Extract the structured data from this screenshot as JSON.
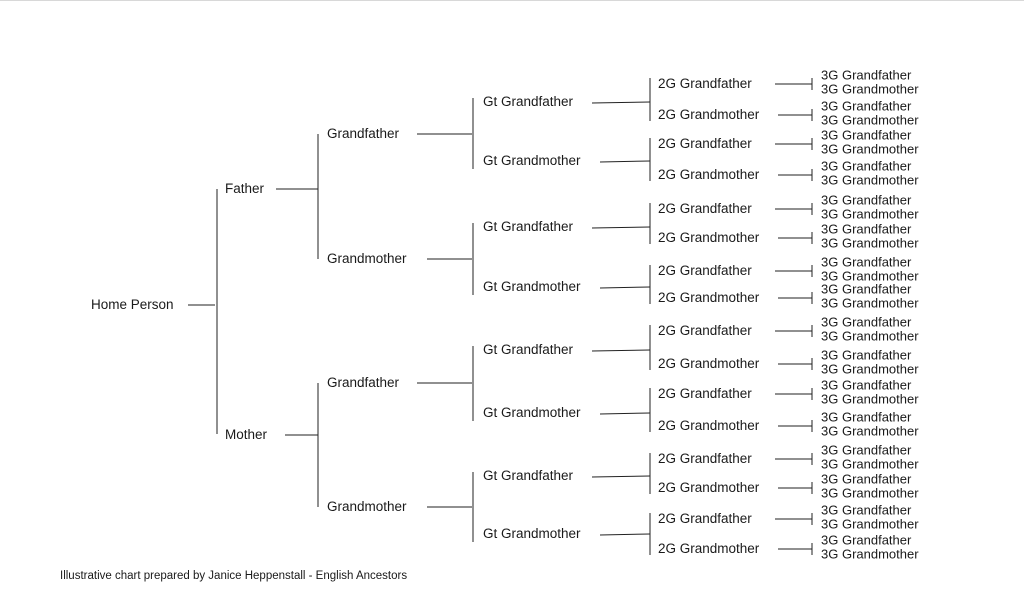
{
  "labels": {
    "home": "Home Person",
    "father": "Father",
    "mother": "Mother",
    "grandfather": "Grandfather",
    "grandmother": "Grandmother",
    "gt_grandfather": "Gt Grandfather",
    "gt_grandmother": "Gt Grandmother",
    "g2_grandfather": "2G Grandfather",
    "g2_grandmother": "2G Grandmother",
    "g3_grandfather": "3G Grandfather",
    "g3_grandmother": "3G Grandmother"
  },
  "footer": "Illustrative chart prepared by Janice Heppenstall - English Ancestors"
}
